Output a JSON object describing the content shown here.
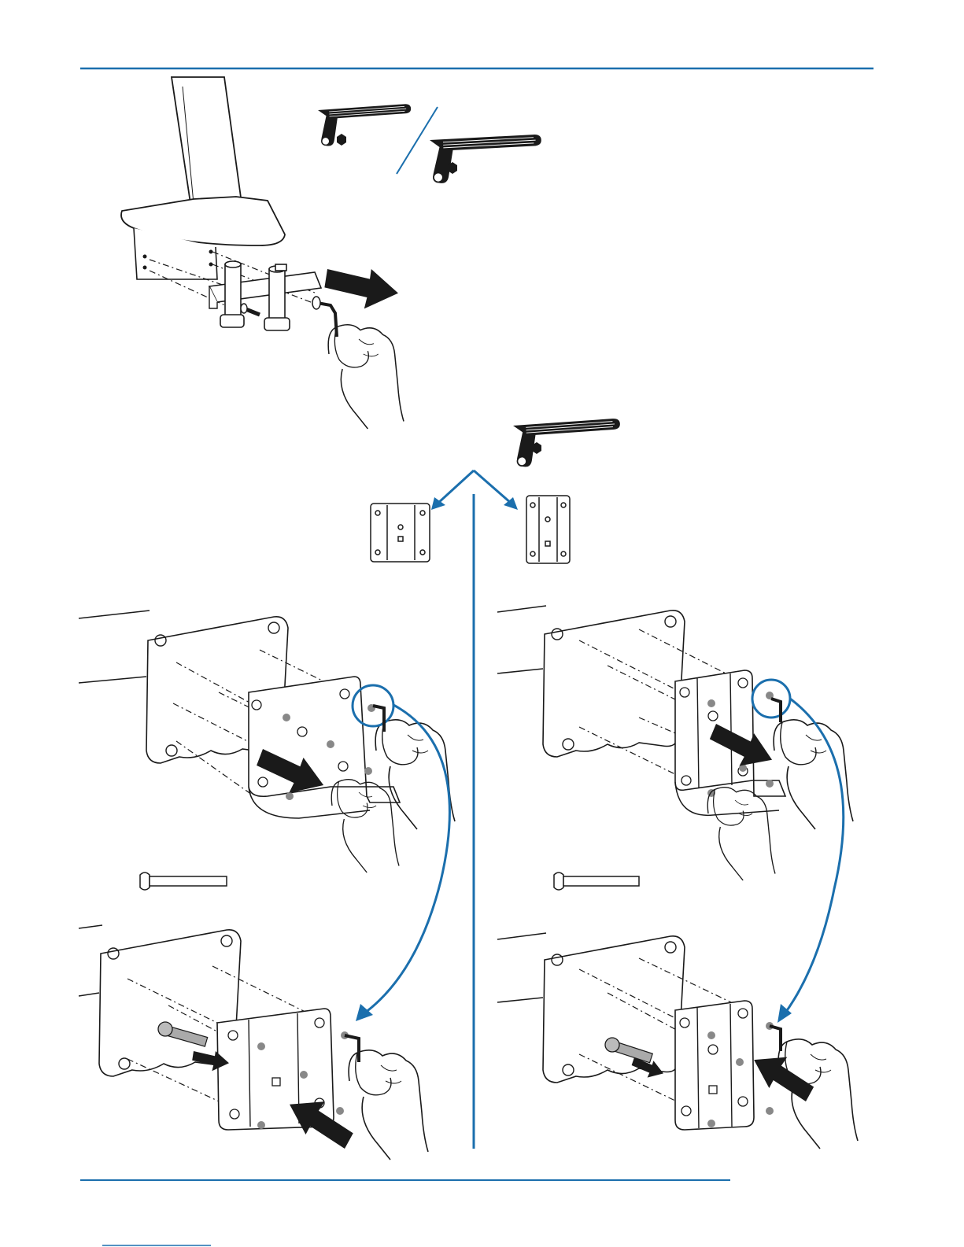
{
  "colors": {
    "accent": "#1b6fad",
    "ink": "#1a1a1a",
    "paper": "#ffffff"
  },
  "figures": [
    {
      "name": "step-remove-pole-clamp",
      "icons": [
        "hex-key-small-icon",
        "hex-key-large-icon",
        "arrow-right-icon",
        "hand-icon"
      ]
    },
    {
      "name": "choose-adapter-plate",
      "icons": [
        "hex-key-icon",
        "adapter-plate-wide-icon",
        "adapter-plate-narrow-icon"
      ]
    },
    {
      "name": "step-mount-wide-adapter",
      "icons": [
        "monitor-back-icon",
        "adapter-bracket-icon",
        "bolt-icon",
        "hand-icon"
      ]
    },
    {
      "name": "step-mount-narrow-adapter",
      "icons": [
        "monitor-back-icon",
        "adapter-bracket-icon",
        "bolt-icon",
        "hand-icon"
      ]
    }
  ]
}
